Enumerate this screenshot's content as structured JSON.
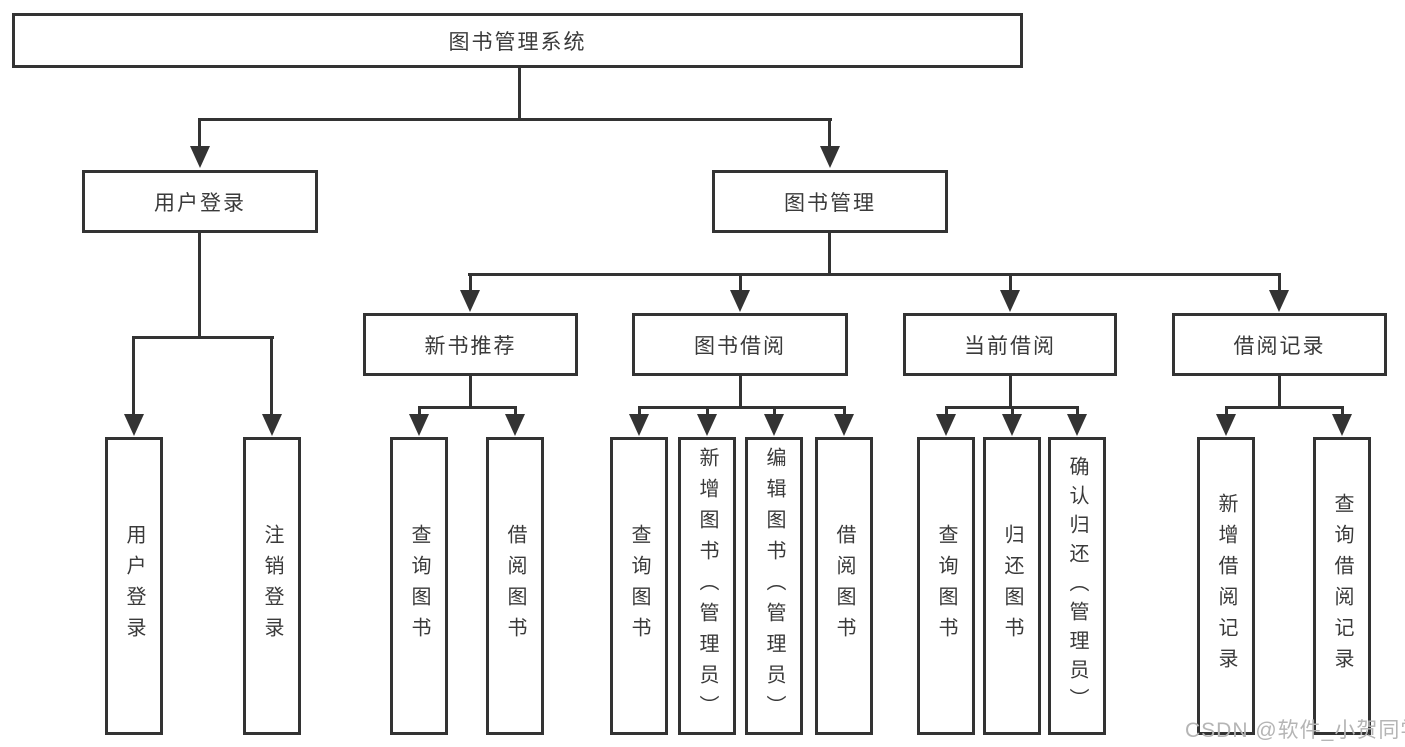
{
  "tree": {
    "label": "图书管理系统",
    "children": [
      {
        "label": "用户登录",
        "children": [
          {
            "label": "用户登录"
          },
          {
            "label": "注销登录"
          }
        ]
      },
      {
        "label": "图书管理",
        "children": [
          {
            "label": "新书推荐",
            "children": [
              {
                "label": "查询图书"
              },
              {
                "label": "借阅图书"
              }
            ]
          },
          {
            "label": "图书借阅",
            "children": [
              {
                "label": "查询图书"
              },
              {
                "label": "新增图书（管理员）"
              },
              {
                "label": "编辑图书（管理员）"
              },
              {
                "label": "借阅图书"
              }
            ]
          },
          {
            "label": "当前借阅",
            "children": [
              {
                "label": "查询图书"
              },
              {
                "label": "归还图书"
              },
              {
                "label": "确认归还（管理员）"
              }
            ]
          },
          {
            "label": "借阅记录",
            "children": [
              {
                "label": "新增借阅记录"
              },
              {
                "label": "查询借阅记录"
              }
            ]
          }
        ]
      }
    ]
  },
  "watermark": {
    "text": "CSDN @软件_小贺同学"
  },
  "colors": {
    "line": "#333333",
    "text": "#3a3a3a",
    "watermark": "#b5b5b5",
    "background": "#ffffff"
  }
}
